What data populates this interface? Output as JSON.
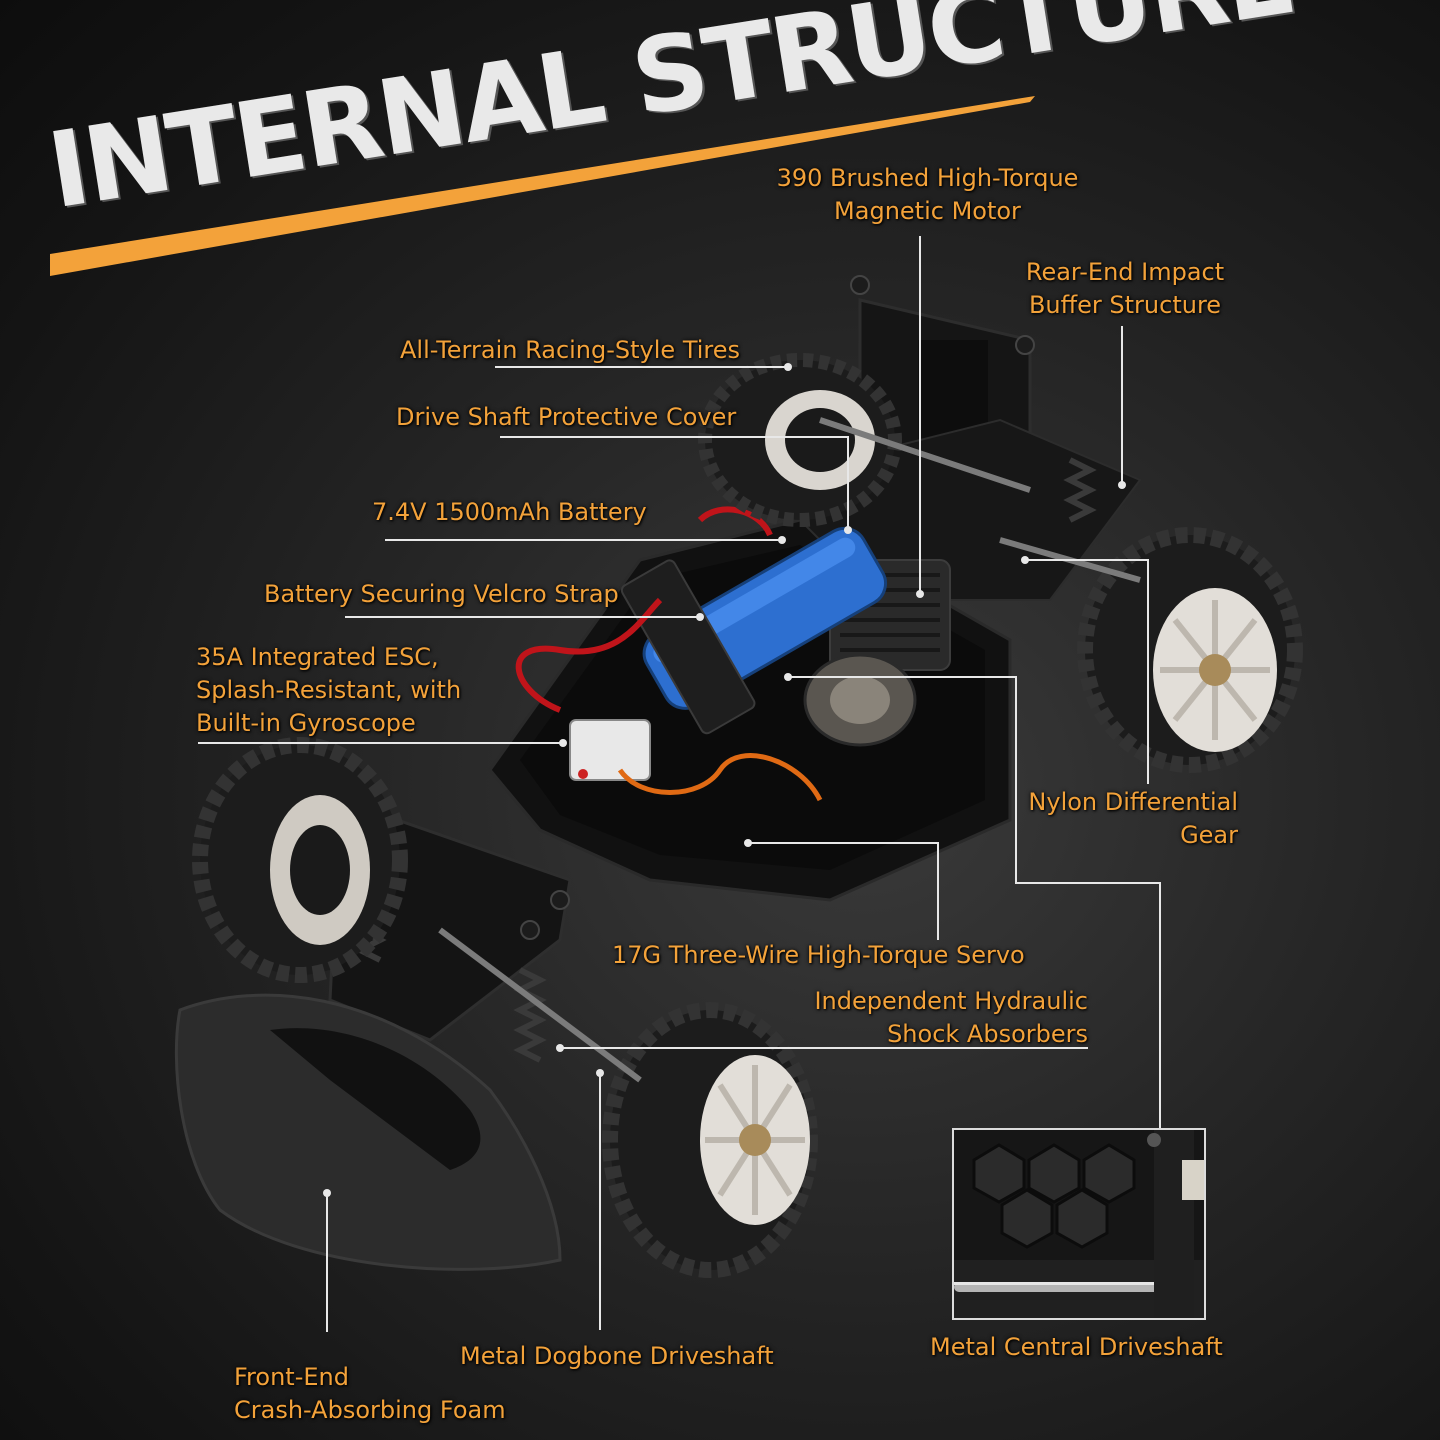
{
  "title": "INTERNAL STRUCTURE",
  "colors": {
    "accent": "#f3a23a",
    "title": "#e9e9e9",
    "callout_line": "#e8e8e8"
  },
  "labels": {
    "motor_1": "390 Brushed High-Torque",
    "motor_2": "Magnetic Motor",
    "rear_buffer_1": "Rear-End Impact",
    "rear_buffer_2": "Buffer Structure",
    "tires": "All-Terrain Racing-Style Tires",
    "drive_cover": "Drive Shaft Protective Cover",
    "battery": "7.4V 1500mAh Battery",
    "velcro": "Battery Securing Velcro Strap",
    "esc_1": "35A Integrated ESC,",
    "esc_2": "Splash-Resistant, with",
    "esc_3": "Built-in Gyroscope",
    "diff_1": "Nylon Differential",
    "diff_2": "Gear",
    "servo": "17G Three-Wire High-Torque Servo",
    "shock_1": "Independent Hydraulic",
    "shock_2": "Shock Absorbers",
    "central_shaft": "Metal Central Driveshaft",
    "dogbone": "Metal Dogbone Driveshaft",
    "foam_1": "Front-End",
    "foam_2": "Crash-Absorbing Foam"
  }
}
